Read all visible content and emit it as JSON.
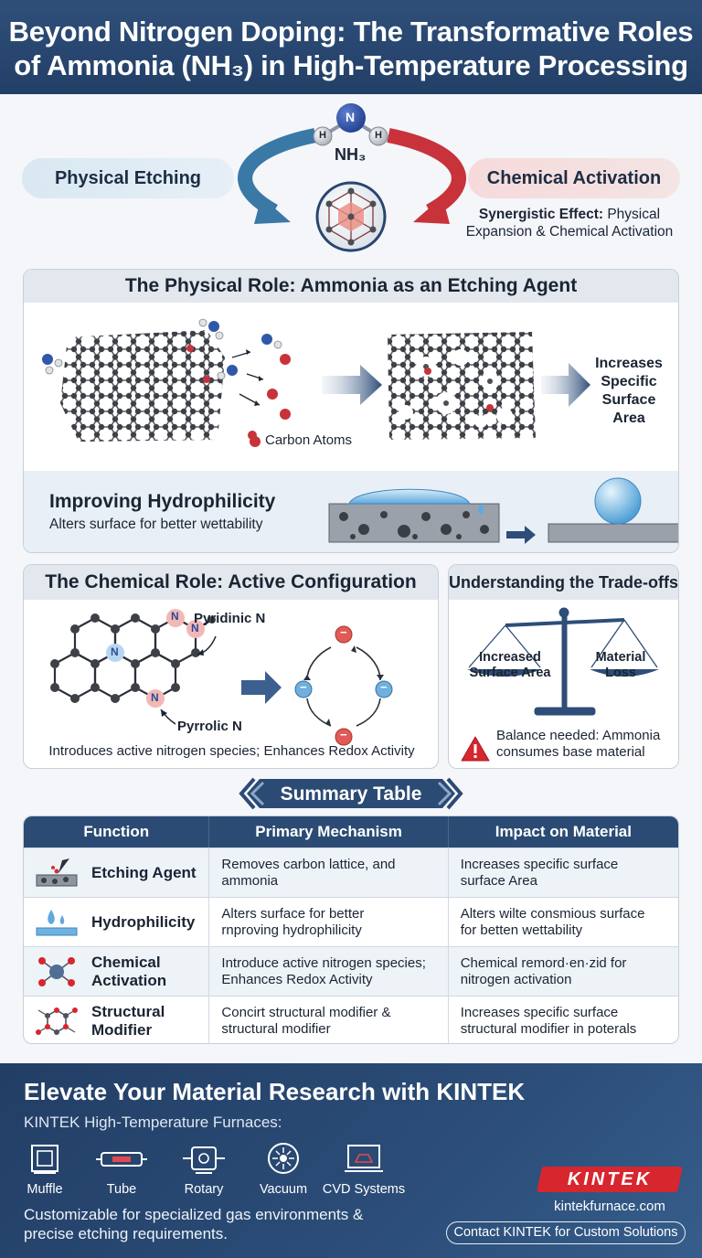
{
  "header": {
    "title_line1": "Beyond Nitrogen Doping: The Transformative Roles",
    "title_line2": "of Ammonia (NH₃) in High-Temperature Processing"
  },
  "hero": {
    "molecule_label": "NH₃",
    "molecule_atoms": {
      "n": "N",
      "h": "H"
    },
    "left_pill": "Physical Etching",
    "right_pill": "Chemical Activation",
    "synergy_bold": "Synergistic Effect:",
    "synergy_rest_1": " Physical",
    "synergy_rest_2": "Expansion & Chemical Activation",
    "colors": {
      "physical": "#3a78a6",
      "chemical": "#c8323a"
    }
  },
  "physical_panel": {
    "title": "The Physical Role: Ammonia as an Etching Agent",
    "carbon_label": "Carbon Atoms",
    "result_line1": "Increases",
    "result_line2": "Specific",
    "result_line3": "Surface",
    "result_line4": "Area",
    "hydro_title": "Improving Hydrophilicity",
    "hydro_sub": "Alters surface for better wettability"
  },
  "chemical_panel": {
    "title": "The Chemical Role: Active Configuration",
    "atom_n": "N",
    "pyridinic": "Pyridinic N",
    "pyrrolic": "Pyrrolic N",
    "caption": "Introduces active nitrogen species; Enhances Redox Activity",
    "electron": "−"
  },
  "tradeoff_panel": {
    "title": "Understanding the Trade-offs",
    "left_line1": "Increased",
    "left_line2": "Surface Area",
    "right_line1": "Material",
    "right_line2": "Loss",
    "warning_icon": "warning-triangle-icon",
    "note_line1": "Balance needed: Ammonia",
    "note_line2": "consumes base material"
  },
  "summary": {
    "title": "Summary Table",
    "headers": [
      "Function",
      "Primary Mechanism",
      "Impact on Material"
    ],
    "rows": [
      {
        "icon": "etching-icon",
        "fn_line1": "Etching Agent",
        "fn_line2": "",
        "mech_line1": "Removes carbon lattice, and",
        "mech_line2": "ammonia",
        "impact_line1": "Increases specific surface",
        "impact_line2": "surface Area"
      },
      {
        "icon": "droplet-icon",
        "fn_line1": "Hydrophilicity",
        "fn_line2": "",
        "mech_line1": "Alters surface for better",
        "mech_line2": "rnproving hydrophilicity",
        "impact_line1": "Alters wilte consmious surface",
        "impact_line2": "for betten wettability"
      },
      {
        "icon": "molecule-icon",
        "fn_line1": "Chemical",
        "fn_line2": "Activation",
        "mech_line1": "Introduce active nitrogen species;",
        "mech_line2": "Enhances Redox Activity",
        "impact_line1": "Chemical remord·en·zid for",
        "impact_line2": "nitrogen activation"
      },
      {
        "icon": "structure-icon",
        "fn_line1": "Structural",
        "fn_line2": "Modifier",
        "mech_line1": "Concirt structural modifier &",
        "mech_line2": "structural modifier",
        "impact_line1": "Increases specific surface",
        "impact_line2": "structural modifier in poterals"
      }
    ]
  },
  "footer": {
    "title": "Elevate Your Material Research with KINTEK",
    "subtitle": "KINTEK High-Temperature Furnaces:",
    "furnaces": [
      "Muffle",
      "Tube",
      "Rotary",
      "Vacuum",
      "CVD Systems"
    ],
    "note_line1": "Customizable for specialized gas environments &",
    "note_line2": "precise etching requirements.",
    "brand": "KINTEK",
    "site": "kintekfurnace.com",
    "contact": "Contact KINTEK for Custom Solutions",
    "brand_color": "#d7262e"
  }
}
